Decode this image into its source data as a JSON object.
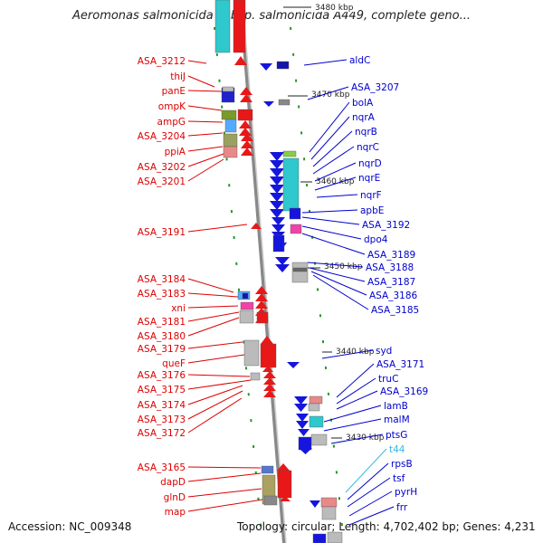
{
  "title": "Aeromonas salmonicida subsp. salmonicida A449, complete geno...",
  "footer": {
    "accession": "Accession: NC_009348",
    "summary": "Topology: circular; Length: 4,702,402 bp; Genes: 4,231"
  },
  "colors": {
    "left_label": "#dd0000",
    "right_label": "#0000cc",
    "highlight_label": "#33bbdd",
    "backbone": "#999999",
    "tick": "#229922"
  },
  "kbp_markers": [
    "3480 kbp",
    "3470 kbp",
    "3460 kbp",
    "3450 kbp",
    "3440 kbp",
    "3430 kbp"
  ],
  "left_labels": [
    "ASA_3212",
    "thiJ",
    "panE",
    "ompK",
    "ampG",
    "ASA_3204",
    "ppiA",
    "ASA_3202",
    "ASA_3201",
    "ASA_3191",
    "ASA_3184",
    "ASA_3183",
    "xni",
    "ASA_3181",
    "ASA_3180",
    "ASA_3179",
    "queF",
    "ASA_3176",
    "ASA_3175",
    "ASA_3174",
    "ASA_3173",
    "ASA_3172",
    "ASA_3165",
    "dapD",
    "glnD",
    "map"
  ],
  "right_labels": [
    "aldC",
    "ASA_3207",
    "bolA",
    "nqrA",
    "nqrB",
    "nqrC",
    "nqrD",
    "nqrE",
    "nqrF",
    "apbE",
    "ASA_3192",
    "dpo4",
    "ASA_3189",
    "ASA_3188",
    "ASA_3187",
    "ASA_3186",
    "ASA_3185",
    "syd",
    "ASA_3171",
    "truC",
    "ASA_3169",
    "lamB",
    "malM",
    "ptsG",
    "t44",
    "rpsB",
    "tsf",
    "pyrH",
    "frr"
  ]
}
